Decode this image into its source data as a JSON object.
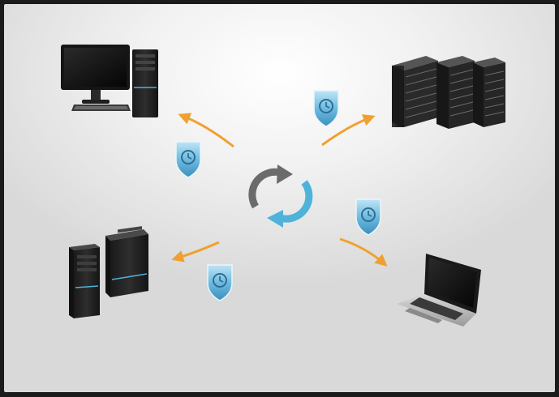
{
  "illustration": {
    "theme": "backup-sync-network",
    "background": "#eeeeee",
    "frame_color": "#1b1b1b",
    "arrow_color": "#f0a030",
    "sync_icon_colors": [
      "#6b6b6b",
      "#4fb3d9"
    ],
    "shield_color": "#5aaed6",
    "devices": [
      {
        "name": "desktop-pc",
        "icon": "desktop-computer-icon"
      },
      {
        "name": "server-rack",
        "icon": "server-rack-icon"
      },
      {
        "name": "tower-pcs",
        "icon": "tower-computer-icon"
      },
      {
        "name": "laptop",
        "icon": "laptop-icon"
      }
    ],
    "badges": [
      "backup-shield-icon",
      "backup-shield-icon",
      "backup-shield-icon",
      "backup-shield-icon"
    ]
  }
}
